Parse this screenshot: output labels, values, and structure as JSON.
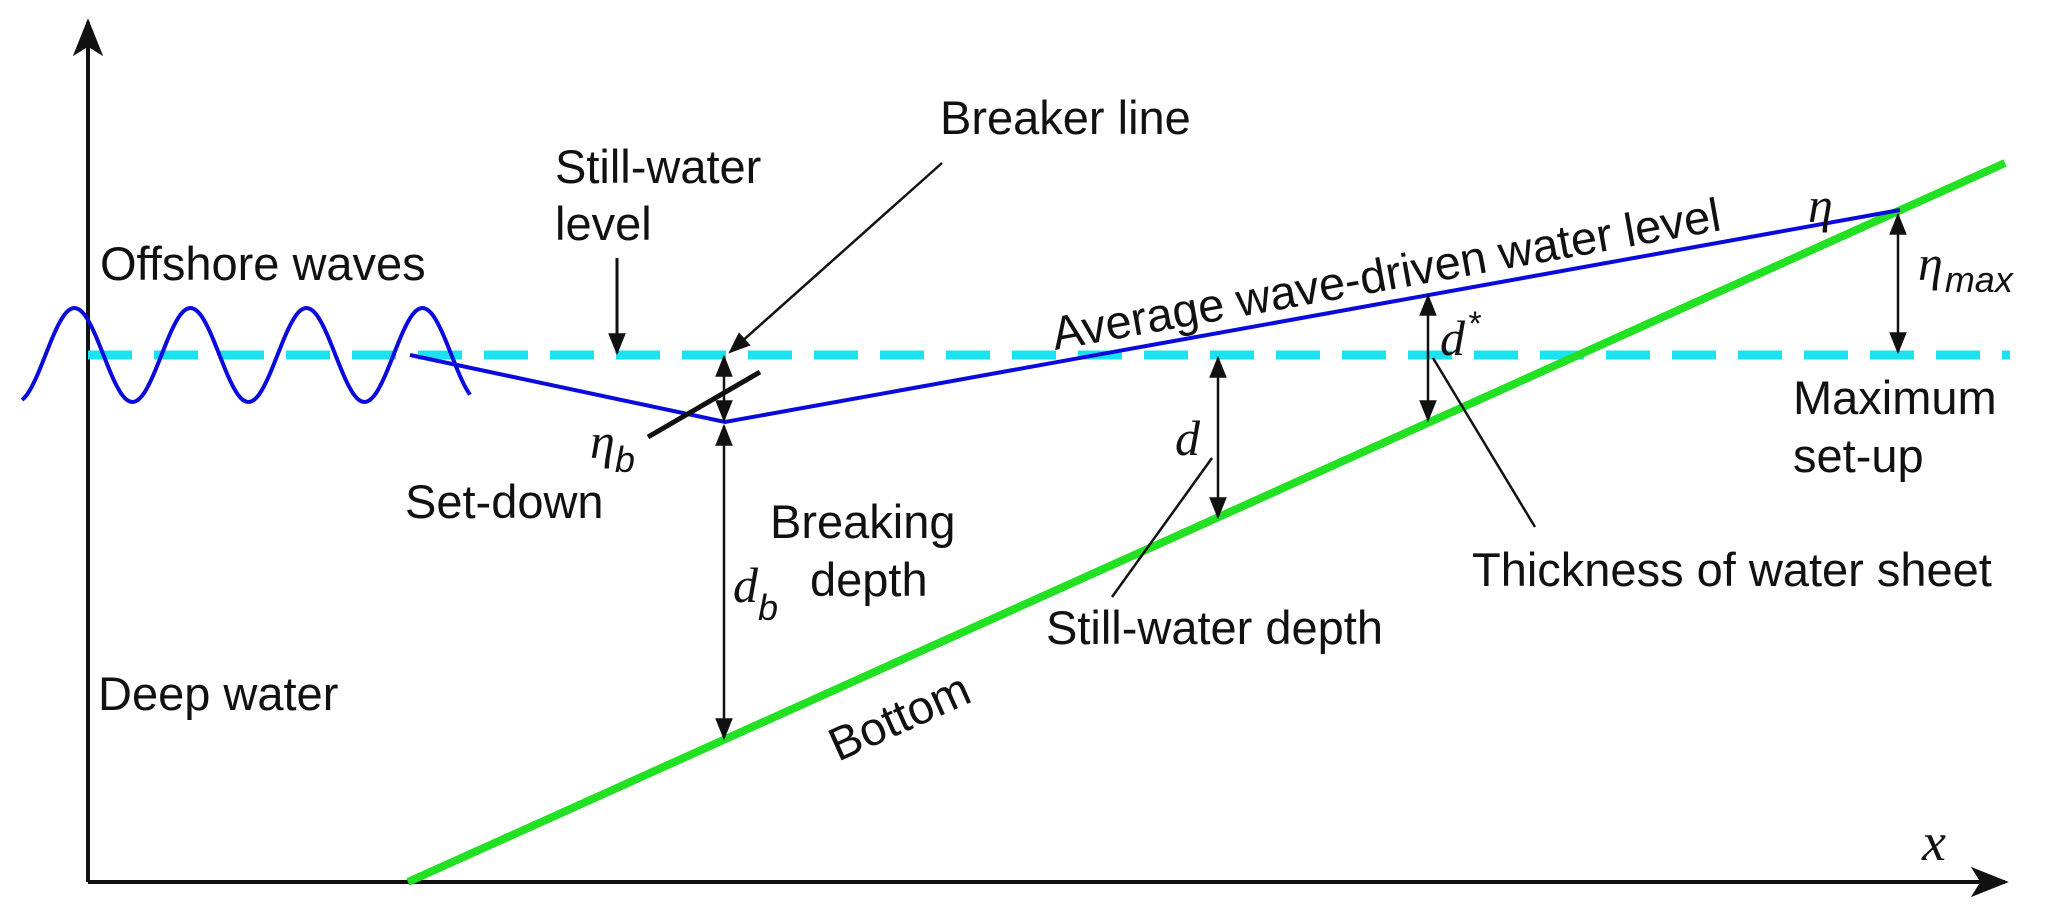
{
  "colors": {
    "water_level": "#0a0adc",
    "still_water": "#19e3f0",
    "bottom": "#22e022",
    "ink": "#111111"
  },
  "labels": {
    "offshore_waves": "Offshore waves",
    "still_water_level_1": "Still-water",
    "still_water_level_2": "level",
    "breaker_line": "Breaker line",
    "average_water_level": "Average wave-driven water level",
    "eta": "η",
    "eta_max": "η",
    "eta_max_sub": "max",
    "maximum_setup_1": "Maximum",
    "maximum_setup_2": "set-up",
    "eta_b": "η",
    "eta_b_sub": "b",
    "set_down": "Set-down",
    "breaking_depth_1": "Breaking",
    "breaking_depth_2": "depth",
    "d_b": "d",
    "d_b_sub": "b",
    "d": "d",
    "d_star": "d",
    "d_star_sup": "*",
    "still_water_depth": "Still-water depth",
    "thickness_water_sheet": "Thickness of water sheet",
    "deep_water": "Deep water",
    "bottom": "Bottom",
    "x_axis": "x"
  }
}
